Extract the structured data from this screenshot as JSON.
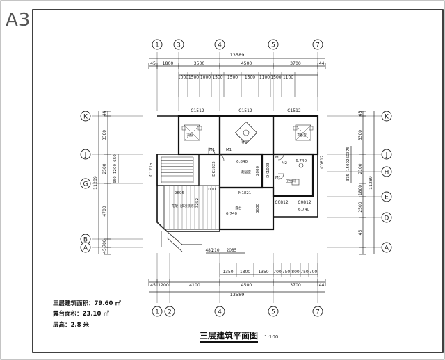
{
  "sheet": {
    "size_label": "A3"
  },
  "grid_top": [
    "1",
    "3",
    "4",
    "5",
    "7"
  ],
  "grid_bottom": [
    "1",
    "2",
    "4",
    "5",
    "7"
  ],
  "grid_left": [
    "K",
    "J",
    "G",
    "B",
    "A"
  ],
  "grid_right": [
    "K",
    "J",
    "H",
    "E",
    "D",
    "A"
  ],
  "dims": {
    "overall_top": "13589",
    "overall_bottom": "13589",
    "top_row1": [
      "45",
      "1800",
      "3500",
      "4500",
      "3700",
      "44"
    ],
    "top_row2": [
      "1000",
      "1500",
      "1000",
      "1500",
      "1500",
      "1500",
      "1100",
      "1500",
      "1100"
    ],
    "bottom_row1": [
      "45",
      "1200",
      "4100",
      "4500",
      "3700",
      "44"
    ],
    "bottom_row2": [
      "1350",
      "1800",
      "1350",
      "700",
      "750",
      "800",
      "750",
      "700"
    ],
    "bottom_row3": [
      "480",
      "210",
      "2085"
    ],
    "left_col1": [
      "44",
      "3300",
      "2500",
      "4700",
      "700",
      "45"
    ],
    "left_col2": [
      "650",
      "1200",
      "650"
    ],
    "left_total": "11289",
    "right_col1": [
      "45",
      "3300",
      "2100",
      "1800",
      "2500",
      "45"
    ],
    "right_col2": [
      "375",
      "250",
      "1500",
      "375"
    ],
    "right_total": "11289"
  },
  "plan_labels": {
    "windows": [
      "C1512",
      "C1512",
      "C1512",
      "C1215",
      "C0812",
      "C0812",
      "C0812"
    ],
    "doors": [
      "M1",
      "M1",
      "M1",
      "M2",
      "M1",
      "M1821",
      "DK1823",
      "DK1023"
    ],
    "rooms": [
      "次卧",
      "次卧室",
      "客厅",
      "起居室",
      "卫生间",
      "露台",
      "花架（多次装修）"
    ],
    "elevations": [
      "6.840",
      "6.740",
      "6.740",
      "6.740"
    ],
    "misc": [
      "2695",
      "1000",
      "3252",
      "2800",
      "3600"
    ]
  },
  "info": {
    "building_area": "三层建筑面积：79.60 ㎡",
    "terrace_area": "露台面积：23.10 ㎡",
    "floor_height": "层高：2.8 米"
  },
  "title": {
    "text": "三层建筑平面图",
    "scale": "1:100"
  }
}
